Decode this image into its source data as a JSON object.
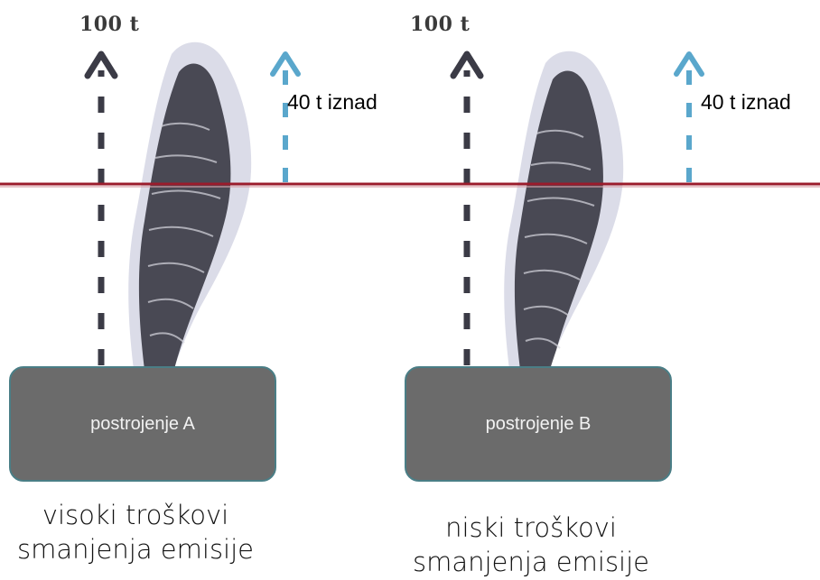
{
  "panels": [
    {
      "id": "a",
      "cap_label": "100 t",
      "above_label": "40 t iznad",
      "plant_label": "postrojenje A",
      "caption_line1": "visoki troškovi",
      "caption_line2": "smanjenja emisije"
    },
    {
      "id": "b",
      "cap_label": "100 t",
      "above_label": "40 t iznad",
      "plant_label": "postrojenje B",
      "caption_line1": "niski troškovi",
      "caption_line2": "smanjenja emisije"
    }
  ],
  "colors": {
    "cap_line": "#9b1c2c",
    "emission_arrow": "#3b3b46",
    "above_arrow": "#5aa7cc",
    "plant_fill": "#6b6b6b",
    "plant_border": "#4a7e86",
    "smoke_dark": "#2f2f3a",
    "smoke_halo": "#cfd0e0"
  }
}
